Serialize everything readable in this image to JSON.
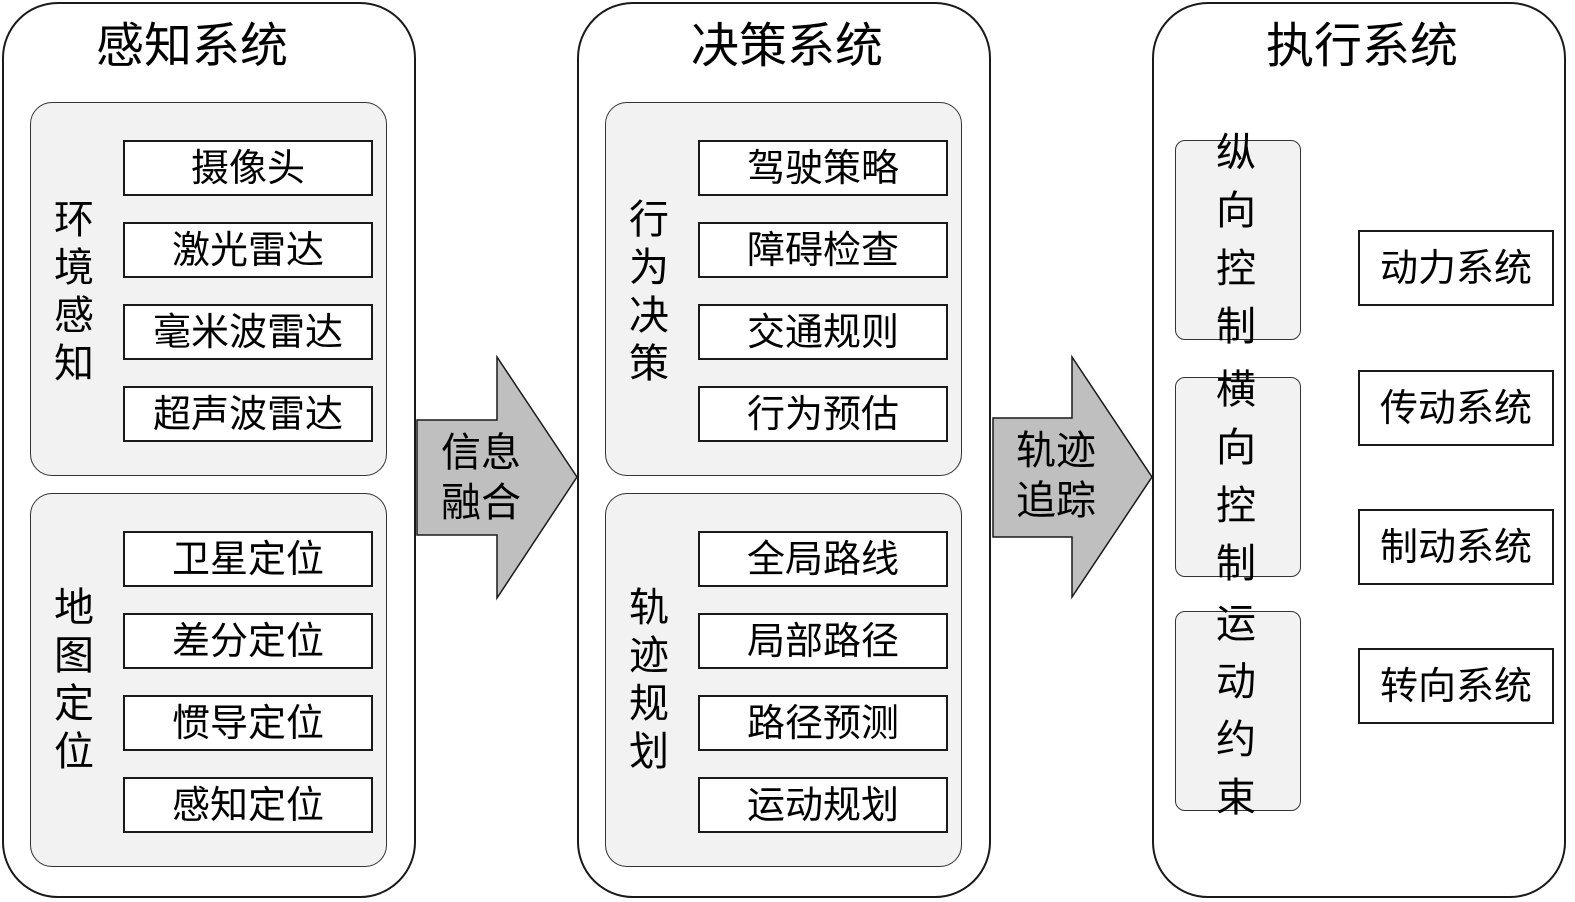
{
  "perception": {
    "title": "感知系统",
    "env_group": {
      "label": "环境感知",
      "items": [
        "摄像头",
        "激光雷达",
        "毫米波雷达",
        "超声波雷达"
      ]
    },
    "map_group": {
      "label": "地图定位",
      "items": [
        "卫星定位",
        "差分定位",
        "惯导定位",
        "感知定位"
      ]
    }
  },
  "arrow1": {
    "label": "信息融合"
  },
  "decision": {
    "title": "决策系统",
    "behavior_group": {
      "label": "行为决策",
      "items": [
        "驾驶策略",
        "障碍检查",
        "交通规则",
        "行为预估"
      ]
    },
    "trajectory_group": {
      "label": "轨迹规划",
      "items": [
        "全局路线",
        "局部路径",
        "路径预测",
        "运动规划"
      ]
    }
  },
  "arrow2": {
    "label": "轨迹追踪"
  },
  "execution": {
    "title": "执行系统",
    "controls": [
      "纵向控制",
      "横向控制",
      "运动约束"
    ],
    "subsystems": [
      "动力系统",
      "传动系统",
      "制动系统",
      "转向系统"
    ]
  },
  "colors": {
    "connector": "#4472c4",
    "group_fill": "#f2f2f2",
    "arrow_fill": "#bfbfbf"
  }
}
